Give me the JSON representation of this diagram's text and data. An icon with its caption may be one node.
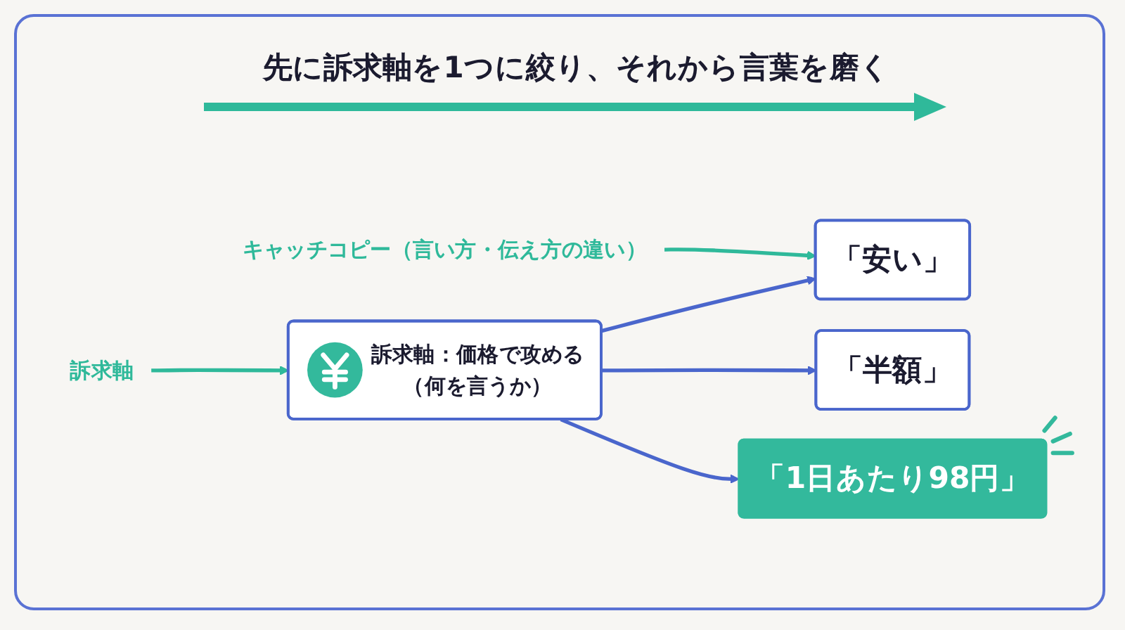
{
  "diagram": {
    "title": "先に訴求軸を1つに絞り、それから言葉を磨く",
    "nodes": [
      {
        "text": [
          "訴求軸"
        ]
      },
      {
        "text": [
          "訴求軸：価格で攻める",
          "（何を言うか）"
        ]
      },
      {
        "text": [
          "キャッチコピー（言い方・伝え方の違い）"
        ]
      },
      {
        "text": [
          "「安い」"
        ]
      },
      {
        "text": [
          "「半額」"
        ]
      },
      {
        "text": [
          "「1日あたり98円」"
        ]
      }
    ],
    "edges": [
      {
        "from": 0,
        "to": 1,
        "arrow": "to",
        "color": "#2fb99a"
      },
      {
        "from": 2,
        "to": 3,
        "arrow": "to",
        "color": "#2fb99a"
      },
      {
        "from": 1,
        "to": 3,
        "arrow": "to"
      },
      {
        "from": 1,
        "to": 4,
        "arrow": "to"
      },
      {
        "from": 1,
        "to": 5,
        "arrow": "to"
      }
    ]
  }
}
